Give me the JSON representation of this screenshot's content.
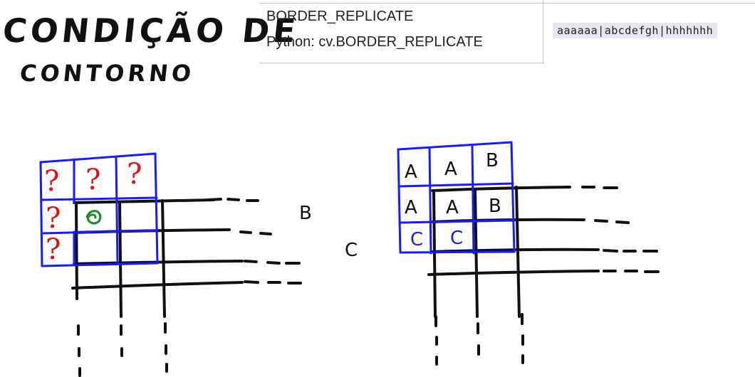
{
  "title": {
    "line1": "CONDIÇÃO DE",
    "line2": "CONTORNO"
  },
  "table": {
    "flag_name": "BORDER_REPLICATE",
    "python_name": "Python: cv.BORDER_REPLICATE",
    "example": "aaaaaa|abcdefgh|hhhhhhh"
  },
  "left_grid": {
    "unknown_mark": "?",
    "pixel_icon": "eye-swirl-icon",
    "label_b": "B",
    "label_c": "C"
  },
  "right_grid": {
    "cells": [
      "A",
      "A",
      "B",
      "A",
      "A",
      "B",
      "C",
      "C"
    ]
  },
  "colors": {
    "grid_blue": "#1a1aff",
    "question_red": "#e01010",
    "pixel_green": "#1a8a2a",
    "ink": "#111111"
  }
}
